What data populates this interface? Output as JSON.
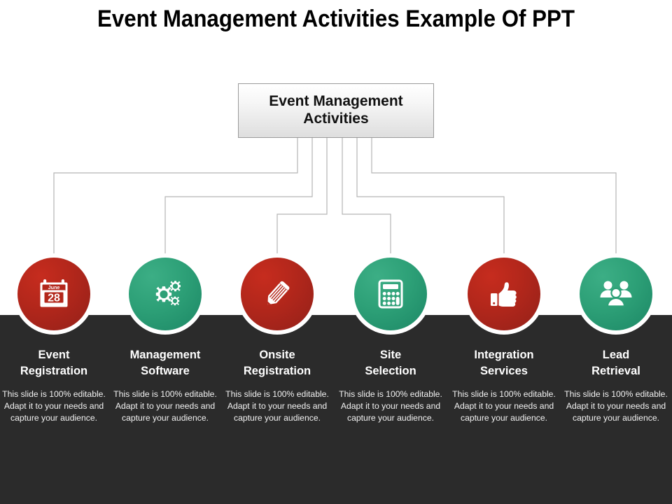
{
  "slide": {
    "title": "Event Management Activities Example Of PPT",
    "root_box_label": "Event Management\nActivities",
    "colors": {
      "background": "#ffffff",
      "dark_panel": "#2b2b2b",
      "red": "#b3271b",
      "teal": "#2da077",
      "connector_line": "#b5b5b5",
      "title_text": "#000000",
      "label_text": "#ffffff"
    }
  },
  "items": [
    {
      "title": "Event\nRegistration",
      "body": "This slide is 100% editable. Adapt it to your needs and capture your audience.",
      "icon": "calendar-icon",
      "icon_month": "June",
      "icon_day": "28",
      "color": "red"
    },
    {
      "title": "Management\nSoftware",
      "body": "This slide is 100% editable. Adapt it to your needs and capture your audience.",
      "icon": "gears-icon",
      "color": "teal"
    },
    {
      "title": "Onsite\nRegistration",
      "body": "This slide is 100% editable. Adapt it to your needs and capture your audience.",
      "icon": "pencil-icon",
      "color": "red"
    },
    {
      "title": "Site\nSelection",
      "body": "This slide is 100% editable. Adapt it to your needs and capture your audience.",
      "icon": "calculator-icon",
      "color": "teal"
    },
    {
      "title": "Integration\nServices",
      "body": "This slide is 100% editable. Adapt it to your needs and capture your audience.",
      "icon": "thumbs-up-icon",
      "color": "red"
    },
    {
      "title": "Lead\nRetrieval",
      "body": "This slide is 100% editable. Adapt it to your needs and capture your audience.",
      "icon": "people-group-icon",
      "color": "teal"
    }
  ]
}
